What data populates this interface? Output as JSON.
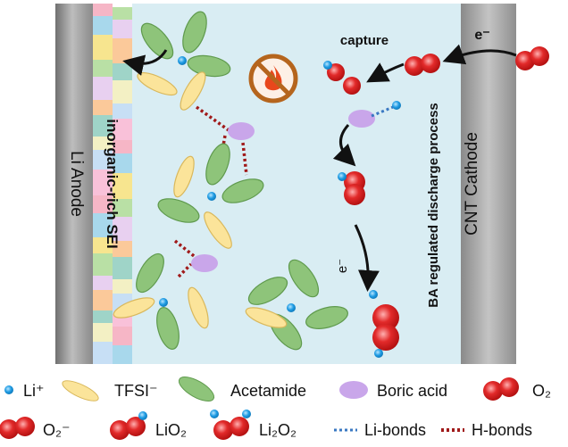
{
  "diagram": {
    "anode_label": "Li Anode",
    "cathode_label": "CNT Cathode",
    "sei_label": "inorganic-rich SEI",
    "process_label": "BA regulated discharge process",
    "capture_label": "capture",
    "electron_top": "e⁻",
    "electron_mid": "e⁻",
    "icons": [
      "no-fire-icon"
    ]
  },
  "legend": {
    "li_ion": "Li⁺",
    "tfsi": "TFSI⁻",
    "acetamide": "Acetamide",
    "boric_acid": "Boric acid",
    "o2": "O₂",
    "superoxide": "O₂⁻",
    "lio2": "LiO₂",
    "li2o2": "Li₂O₂",
    "li_bonds": "Li-bonds",
    "h_bonds": "H-bonds"
  },
  "colors": {
    "electrolyte": "#d9edf3",
    "anode": "#8c8c8c",
    "cathode": "#9a9a9a",
    "li_ion": "#1e9be3",
    "tfsi": "#fbe49a",
    "acetamide": "#8ec47a",
    "boric_acid": "#c9a6ea",
    "oxygen": "#e02a2a",
    "h_bond": "#a01a1a",
    "li_bond": "#3a78c2",
    "fire": "#e8471c",
    "prohibit": "#b5651d"
  }
}
